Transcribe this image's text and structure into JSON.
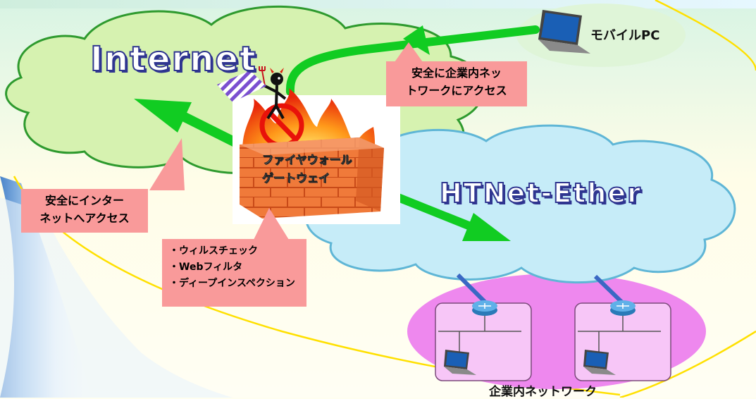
{
  "labels": {
    "internet": "Internet",
    "htnet": "HTNet-Ether",
    "mobile_pc": "モバイルPC",
    "firewall_line1": "ファイヤウォール",
    "firewall_line2": "ゲートウェイ",
    "corp_network": "企業内ネットワーク"
  },
  "callouts": {
    "vpn_line1": "安全に企業内ネッ",
    "vpn_line2": "トワークにアクセス",
    "internet_line1": "安全にインター",
    "internet_line2": "ネットへアクセス"
  },
  "features": [
    "・ウィルスチェック",
    "・Webフィルタ",
    "・ディープインスペクション"
  ],
  "colors": {
    "cloud_internet": "#d6f2b0",
    "cloud_htnet": "#c6ecf8",
    "arrow": "#11cc22",
    "callout": "#f99a9a",
    "corp_area": "#ee88ee",
    "ellipse_line": "#ffe000"
  },
  "icons": [
    "laptop-icon",
    "router-icon",
    "firewall-brick-wall-icon",
    "devil-attacker-icon",
    "prohibited-icon",
    "flame-icon"
  ]
}
